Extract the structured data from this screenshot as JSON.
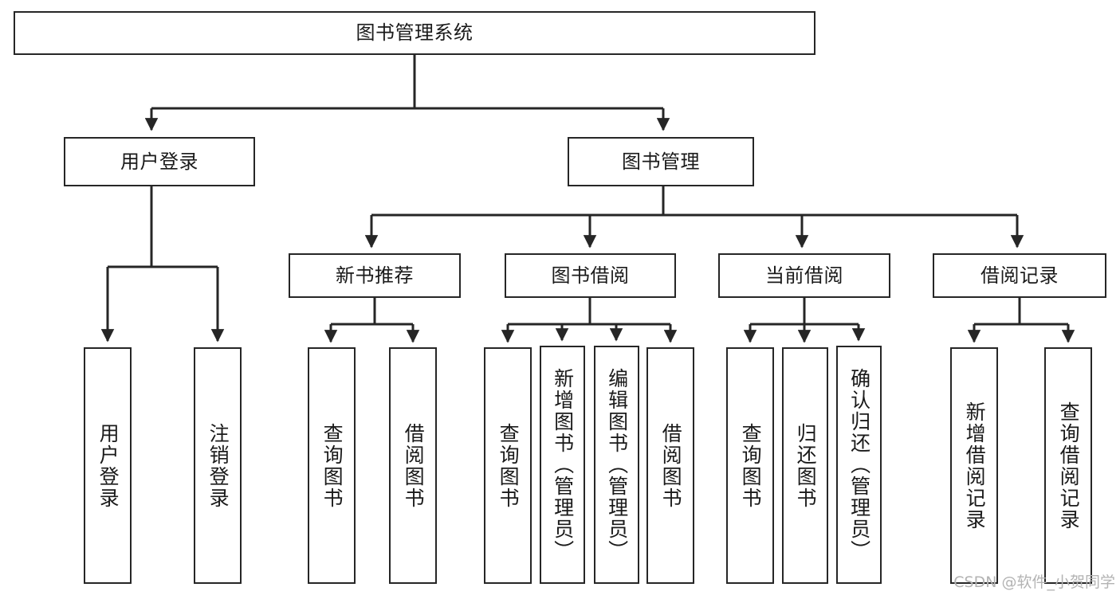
{
  "diagram": {
    "type": "tree",
    "title": "图书管理系统",
    "watermark": "CSDN @软件_小贺同学",
    "colors": {
      "box_border": "#262626",
      "box_fill": "#ffffff",
      "connector": "#262626",
      "text": "#1a1a1a",
      "watermark": "#b3b3b3"
    },
    "nodes": {
      "root": {
        "label": "图书管理系统"
      },
      "level2": [
        {
          "id": "user-login",
          "label": "用户登录"
        },
        {
          "id": "book-manage",
          "label": "图书管理"
        }
      ],
      "level3": [
        {
          "id": "new-book-rec",
          "label": "新书推荐"
        },
        {
          "id": "book-borrow",
          "label": "图书借阅"
        },
        {
          "id": "current-borrow",
          "label": "当前借阅"
        },
        {
          "id": "borrow-record",
          "label": "借阅记录"
        }
      ],
      "leaves": {
        "user-login": [
          {
            "id": "leaf-user-login",
            "label": "用户登录"
          },
          {
            "id": "leaf-logout-login",
            "label": "注销登录"
          }
        ],
        "new-book-rec": [
          {
            "id": "leaf-query-book-1",
            "label": "查询图书"
          },
          {
            "id": "leaf-borrow-book-1",
            "label": "借阅图书"
          }
        ],
        "book-borrow": [
          {
            "id": "leaf-query-book-2",
            "label": "查询图书"
          },
          {
            "id": "leaf-add-book",
            "label": "新增图书（管理员）"
          },
          {
            "id": "leaf-edit-book",
            "label": "编辑图书（管理员）"
          },
          {
            "id": "leaf-borrow-book-2",
            "label": "借阅图书"
          }
        ],
        "current-borrow": [
          {
            "id": "leaf-query-book-3",
            "label": "查询图书"
          },
          {
            "id": "leaf-return-book",
            "label": "归还图书"
          },
          {
            "id": "leaf-confirm-return",
            "label": "确认归还（管理员）"
          }
        ],
        "borrow-record": [
          {
            "id": "leaf-add-record",
            "label": "新增借阅记录"
          },
          {
            "id": "leaf-query-record",
            "label": "查询借阅记录"
          }
        ]
      }
    }
  }
}
